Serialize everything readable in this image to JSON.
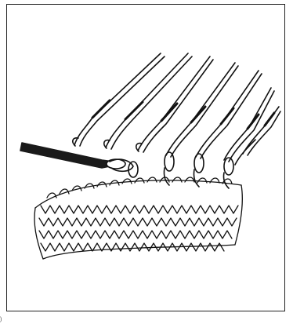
{
  "illustration": {
    "subject": "knitting-stitches-on-needle-hooks",
    "stroke_color": "#111111",
    "background_color": "#ffffff",
    "tool_color": "#1a1a1a",
    "hook_count": 8,
    "loop_count": 4
  },
  "corner_mark": ")"
}
